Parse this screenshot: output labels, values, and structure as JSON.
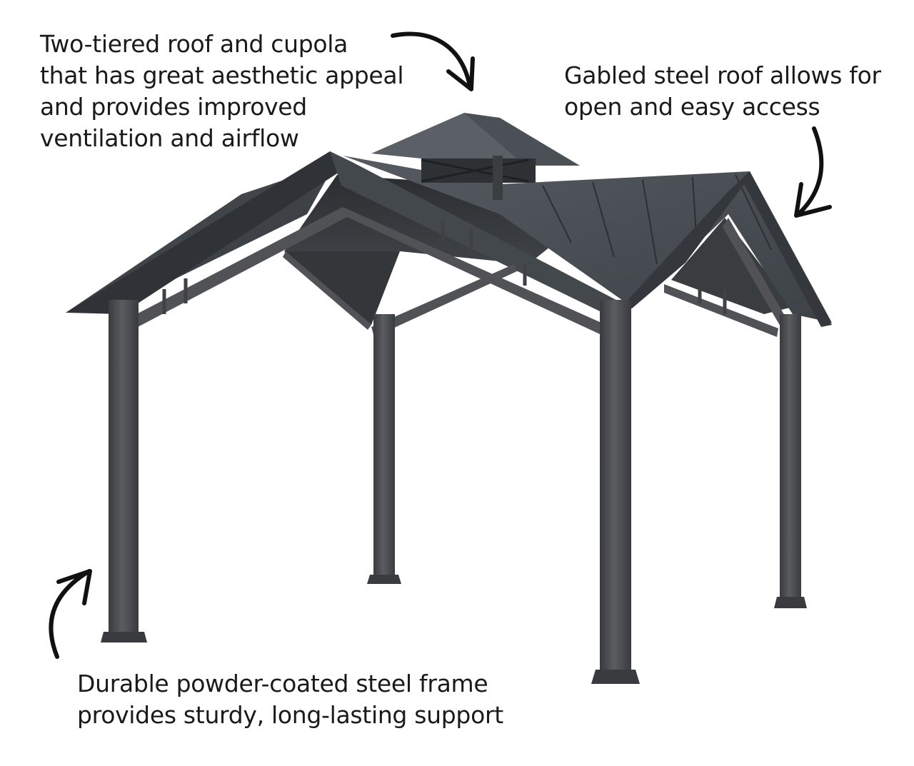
{
  "image": {
    "subject": "gazebo-with-cupola",
    "colors": {
      "background": "#ffffff",
      "roof": "#4a4f55",
      "roof_dark": "#2f3337",
      "frame": "#45464a",
      "frame_light": "#5d5f63",
      "ink": "#111111",
      "text": "#1a1a1a"
    }
  },
  "callouts": {
    "cupola": {
      "lines": [
        "Two-tiered roof and cupola",
        "that has great aesthetic appeal",
        "and provides improved",
        "ventilation and airflow"
      ],
      "arrow_icon": "curved-arrow-icon"
    },
    "gable": {
      "lines": [
        "Gabled steel roof allows for",
        "open and easy access"
      ],
      "arrow_icon": "curved-arrow-icon"
    },
    "frame": {
      "lines": [
        "Durable powder-coated steel frame",
        "provides sturdy, long-lasting support"
      ],
      "arrow_icon": "curved-arrow-icon"
    }
  }
}
